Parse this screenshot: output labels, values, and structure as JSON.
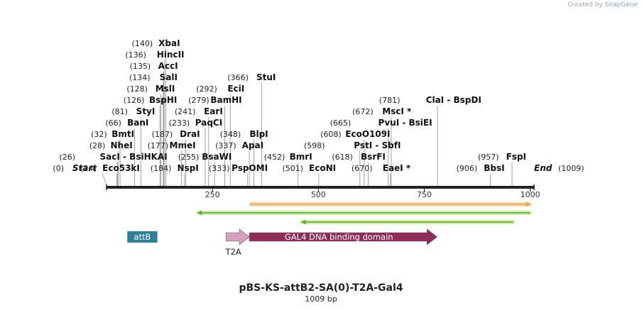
{
  "credit": {
    "prefix": "Created by",
    "brand": "SnapGene"
  },
  "plasmid": {
    "name": "pBS-KS-attB2-SA(0)-T2A-Gal4",
    "length_label": "1009 bp",
    "length": 1009
  },
  "ruler": {
    "ticks": [
      250,
      500,
      750,
      1000
    ]
  },
  "ends": {
    "start_label": "Start",
    "start_pos": "(0)",
    "end_label": "End",
    "end_pos": "(1009)"
  },
  "sites": [
    {
      "name": "Start",
      "pos": 0,
      "label": "(0)",
      "end": true
    },
    {
      "name": "Eco53kI",
      "pos": 24,
      "label": "(24)"
    },
    {
      "name": "SacI  -  BsiHKAI",
      "pos": 26,
      "label": "(26)"
    },
    {
      "name": "NheI",
      "pos": 28,
      "label": "(28)"
    },
    {
      "name": "BmtI",
      "pos": 32,
      "label": "(32)"
    },
    {
      "name": "BanI",
      "pos": 66,
      "label": "(66)"
    },
    {
      "name": "StyI",
      "pos": 81,
      "label": "(81)"
    },
    {
      "name": "BspHI",
      "pos": 126,
      "label": "(126)"
    },
    {
      "name": "MslI",
      "pos": 128,
      "label": "(128)"
    },
    {
      "name": "SalI",
      "pos": 134,
      "label": "(134)"
    },
    {
      "name": "AccI",
      "pos": 135,
      "label": "(135)"
    },
    {
      "name": "HincII",
      "pos": 136,
      "label": "(136)"
    },
    {
      "name": "XbaI",
      "pos": 140,
      "label": "(140)"
    },
    {
      "name": "MmeI",
      "pos": 177,
      "label": "(177)"
    },
    {
      "name": "NspI",
      "pos": 184,
      "label": "(184)"
    },
    {
      "name": "DraI",
      "pos": 187,
      "label": "(187)"
    },
    {
      "name": "PaqCI",
      "pos": 233,
      "label": "(233)"
    },
    {
      "name": "EarI",
      "pos": 241,
      "label": "(241)"
    },
    {
      "name": "BsaWI",
      "pos": 255,
      "label": "(255)"
    },
    {
      "name": "BamHI",
      "pos": 279,
      "label": "(279)"
    },
    {
      "name": "EciI",
      "pos": 292,
      "label": "(292)"
    },
    {
      "name": "PspOMI",
      "pos": 333,
      "label": "(333)"
    },
    {
      "name": "ApaI",
      "pos": 337,
      "label": "(337)"
    },
    {
      "name": "BlpI",
      "pos": 348,
      "label": "(348)"
    },
    {
      "name": "StuI",
      "pos": 366,
      "label": "(366)"
    },
    {
      "name": "BmrI",
      "pos": 452,
      "label": "(452)"
    },
    {
      "name": "EcoNI",
      "pos": 501,
      "label": "(501)"
    },
    {
      "name": "PstI  -  SbfI",
      "pos": 598,
      "label": "(598)"
    },
    {
      "name": "EcoO109I",
      "pos": 608,
      "label": "(608)"
    },
    {
      "name": "BsrFI",
      "pos": 618,
      "label": "(618)"
    },
    {
      "name": "PvuI  -  BsiEI",
      "pos": 665,
      "label": "(665)"
    },
    {
      "name": "EaeI *",
      "pos": 670,
      "label": "(670)"
    },
    {
      "name": "MscI *",
      "pos": 672,
      "label": "(672)"
    },
    {
      "name": "ClaI  -  BspDI",
      "pos": 781,
      "label": "(781)"
    },
    {
      "name": "BbsI",
      "pos": 906,
      "label": "(906)"
    },
    {
      "name": "FspI",
      "pos": 957,
      "label": "(957)"
    },
    {
      "name": "End",
      "pos": 1009,
      "label": "(1009)",
      "end": true
    }
  ],
  "orfs": [
    {
      "start": 340,
      "end": 1000,
      "direction": "forward",
      "color": "#e8a04a",
      "glow": "#f5d9a0"
    },
    {
      "start": 215,
      "end": 1000,
      "direction": "reverse",
      "color": "#5aaa3a",
      "glow": "#cdeda0"
    },
    {
      "start": 460,
      "end": 960,
      "direction": "reverse",
      "color": "#5aaa3a",
      "glow": "#cdeda0"
    }
  ],
  "features": [
    {
      "name": "attB",
      "start": 49,
      "end": 120,
      "type": "box",
      "color": "#2f7f96",
      "label_position": "inside",
      "text_color": "#ffffff"
    },
    {
      "name": "T2A",
      "start": 282,
      "end": 337,
      "type": "arrow",
      "color": "#d9a0be",
      "label_position": "below",
      "text_color": "#222222"
    },
    {
      "name": "GAL4 DNA binding domain",
      "start": 337,
      "end": 780,
      "type": "arrow",
      "color": "#8f2c5c",
      "label_position": "inside",
      "text_color": "#ffffff"
    }
  ]
}
